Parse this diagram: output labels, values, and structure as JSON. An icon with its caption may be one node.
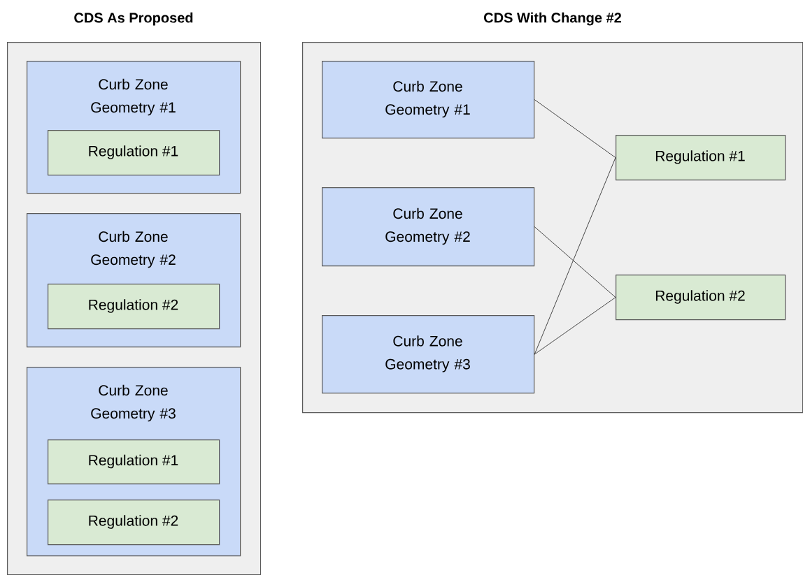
{
  "diagram": {
    "nodes": [
      {
        "text": [
          "CDS As Proposed"
        ]
      },
      {
        "text": [
          "Curb Zone Geometry #1"
        ],
        "in": 0
      },
      {
        "text": [
          "Regulation #1"
        ],
        "in": 1
      },
      {
        "text": [
          "Curb Zone Geometry #2"
        ],
        "in": 0
      },
      {
        "text": [
          "Regulation #2"
        ],
        "in": 3
      },
      {
        "text": [
          "Curb Zone Geometry #3"
        ],
        "in": 0
      },
      {
        "text": [
          "Regulation #1"
        ],
        "in": 5
      },
      {
        "text": [
          "Regulation #2"
        ],
        "in": 5
      },
      {
        "text": [
          "CDS With Change #2"
        ]
      },
      {
        "text": [
          "Curb Zone Geometry #1"
        ],
        "in": 8
      },
      {
        "text": [
          "Curb Zone Geometry #2"
        ],
        "in": 8
      },
      {
        "text": [
          "Curb Zone Geometry #3"
        ],
        "in": 8
      },
      {
        "text": [
          "Regulation #1"
        ],
        "in": 8
      },
      {
        "text": [
          "Regulation #2"
        ],
        "in": 8
      }
    ],
    "edges": [
      {
        "from": 9,
        "to": 12,
        "arrow": "none"
      },
      {
        "from": 10,
        "to": 13,
        "arrow": "none"
      },
      {
        "from": 11,
        "to": 12,
        "arrow": "none"
      },
      {
        "from": 11,
        "to": 13,
        "arrow": "none"
      }
    ]
  }
}
